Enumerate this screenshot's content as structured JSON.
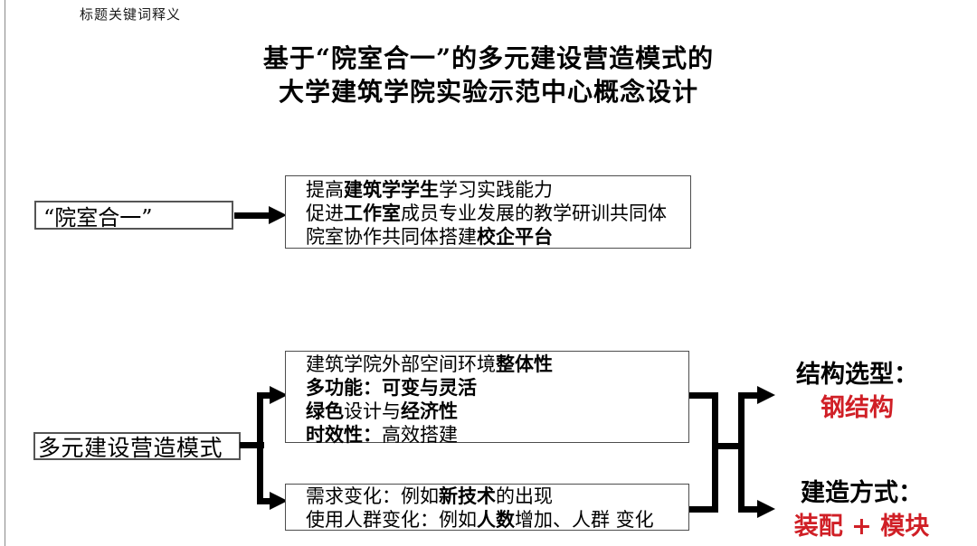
{
  "page": {
    "corner_note": "标题关键词释义",
    "title_line1": "基于“院室合一”的多元建设营造模式的",
    "title_line2": "大学建筑学院实验示范中心概念设计"
  },
  "keywords": {
    "kw1_label": "“院室合一”",
    "kw2_label": "多元建设营造模式"
  },
  "details": {
    "kw1_box": {
      "lines": [
        [
          {
            "text": "提高"
          },
          {
            "text": "建筑学学生",
            "bold": true
          },
          {
            "text": "学习实践能力"
          }
        ],
        [
          {
            "text": "促进"
          },
          {
            "text": "工作室",
            "bold": true
          },
          {
            "text": "成员专业发展的教学研训共同体"
          }
        ],
        [
          {
            "text": "院室协作共同体搭建"
          },
          {
            "text": "校企平台",
            "bold": true
          }
        ]
      ]
    },
    "kw2_box_upper": {
      "lines": [
        [
          {
            "text": "建筑学院外部空间环境"
          },
          {
            "text": "整体性",
            "bold": true
          }
        ],
        [
          {
            "text": "多功能：可变与灵活",
            "bold": true
          }
        ],
        [
          {
            "text": "绿色",
            "bold": true
          },
          {
            "text": "设计与"
          },
          {
            "text": "经济性",
            "bold": true
          }
        ],
        [
          {
            "text": "时效性：",
            "bold": true
          },
          {
            "text": "高效搭建"
          }
        ]
      ]
    },
    "kw2_box_lower": {
      "lines": [
        [
          {
            "text": "需求变化：例如"
          },
          {
            "text": "新技术",
            "bold": true
          },
          {
            "text": "的出现"
          }
        ],
        [
          {
            "text": "使用人群变化：例如"
          },
          {
            "text": "人数",
            "bold": true
          },
          {
            "text": "增加、人群 变化"
          }
        ]
      ]
    }
  },
  "results": {
    "structure_label": "结构选型：",
    "structure_value": "钢结构",
    "construction_label": "建造方式：",
    "construction_value": "装配 + 模块"
  },
  "colors": {
    "accent_red": "#d01f26",
    "line_black": "#000000",
    "border_gray": "#555555"
  }
}
